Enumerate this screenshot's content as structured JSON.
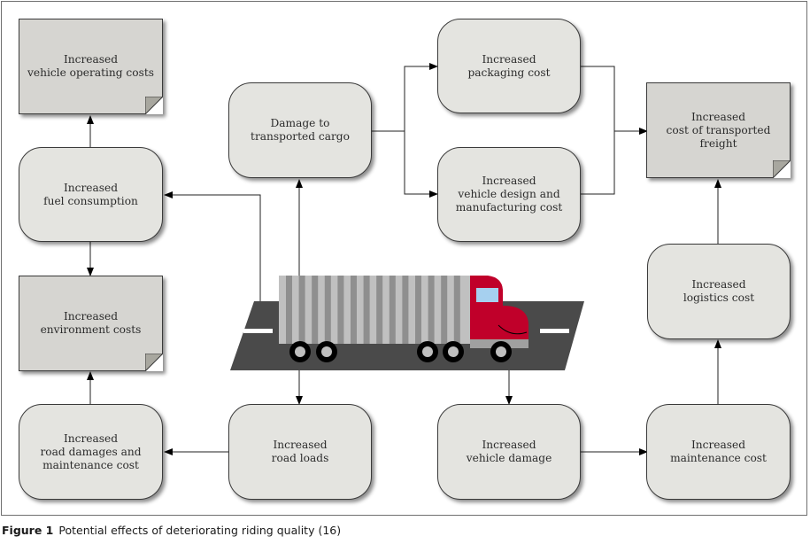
{
  "caption": {
    "figure_label": "Figure 1",
    "text": "Potential effects of deteriorating riding quality (16)"
  },
  "nodes": {
    "vehicle_operating_costs": "Increased\nvehicle operating costs",
    "fuel_consumption": "Increased\nfuel consumption",
    "environment_costs": "Increased\nenvironment costs",
    "road_damages": "Increased\nroad damages and\nmaintenance cost",
    "road_loads": "Increased\nroad loads",
    "damage_cargo": "Damage to\ntransported cargo",
    "packaging_cost": "Increased\npackaging cost",
    "vehicle_design_cost": "Increased\nvehicle design and\nmanufacturing cost",
    "cost_transported_freight": "Increased\ncost of transported\nfreight",
    "logistics_cost": "Increased\nlogistics cost",
    "vehicle_damage": "Increased\nvehicle damage",
    "maintenance_cost": "Increased\nmaintenance cost"
  },
  "center_image": "truck-on-road-illustration",
  "colors": {
    "rounded_box": "#e4e4e0",
    "note_box": "#d6d5d1",
    "road": "#4a4a4a",
    "truck_cab": "#c0002a",
    "truck_window": "#a6d0ef",
    "trailer_light": "#c0c0c0",
    "trailer_dark": "#8f8f8f"
  }
}
